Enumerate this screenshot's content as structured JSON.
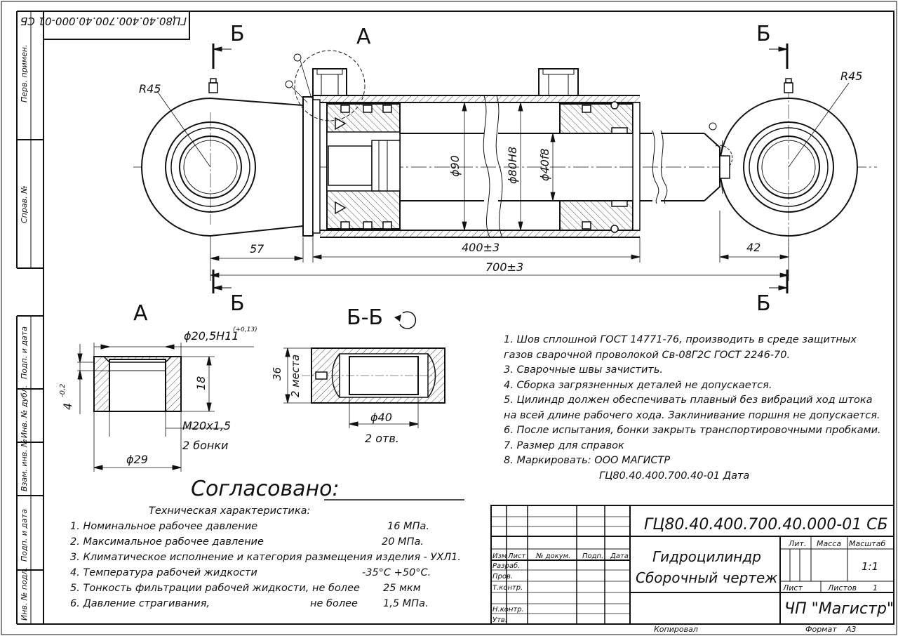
{
  "frame": {
    "stamp_code": "ГЦ80.40.400.700.40.000-01 СБ",
    "side_labels": [
      "Перв. примен.",
      "Справ. №",
      "Подп. и дата",
      "Инв. № дубл.",
      "Взам. инв. №",
      "Подп. и дата",
      "Инв. № подл."
    ]
  },
  "views": {
    "section_mark": "Б",
    "detail_mark": "A",
    "detail_title": "A",
    "section_title": "Б-Б"
  },
  "dimensions": {
    "r_left": "R45",
    "r_right": "R45",
    "d90": "ϕ90",
    "d80": "ϕ80H8",
    "d40": "ϕ40f8",
    "l57": "57",
    "l400": "400±3",
    "l42": "42",
    "l700": "700±3",
    "port_dia": "ϕ20,5H11",
    "port_tol": "(+0,13)",
    "port_18": "18",
    "port_4": "4",
    "port_4_tol": "-0,2",
    "port_thread": "M20x1,5",
    "port_count": "2 бонки",
    "port_29": "ϕ29",
    "sec_36": "36",
    "sec_places": "2 места",
    "sec_40": "ϕ40",
    "sec_holes": "2 отв."
  },
  "agreed": "Согласовано:",
  "notes": [
    "1. Шов сплошной  ГОСТ 14771-76, производить в среде защитных",
    "газов сварочной  проволокой Св-08Г2С   ГОСТ 2246-70.",
    "3. Сварочные швы зачистить.",
    "4. Сборка загрязненных деталей не допускается.",
    "5. Цилиндр должен обеспечивать плавный без вибраций ход штока",
    "на всей длине рабочего хода. Заклинивание поршня не допускается.",
    "6. После испытания, бонки закрыть транспортировочными пробками.",
    "7. Размер для справок",
    "8. Маркировать: ООО МАГИСТР",
    "ГЦ80.40.400.700.40-01  Дата"
  ],
  "tech": {
    "title": "Техническая характеристика:",
    "rows": [
      {
        "label": "1. Номинальное рабочее давление",
        "value": "16 МПа."
      },
      {
        "label": "2. Максимальное рабочее давление",
        "value": "20 МПа."
      },
      {
        "label": "3. Климатическое исполнение и категория размещения изделия - УХЛ1.",
        "value": ""
      },
      {
        "label": "4. Температура рабочей жидкости",
        "value": "-35°С +50°С."
      },
      {
        "label": "5. Тонкость фильтрации рабочей жидкости, не более",
        "value": "25 мкм"
      },
      {
        "label": "6. Давление страгивания,",
        "value": "не более",
        "value2": "1,5 МПа."
      }
    ]
  },
  "title_block": {
    "code": "ГЦ80.40.400.700.40.000-01 СБ",
    "name_line1": "Гидроцилиндр",
    "name_line2": "Сборочный чертеж",
    "col_izm": "Изм",
    "col_list": "Лист",
    "col_doc": "№ докум.",
    "col_podp": "Подп.",
    "col_data": "Дата",
    "razrab": "Разраб.",
    "prov": "Пров.",
    "tkontr": "Т.контр.",
    "nkontr": "Н.контр.",
    "utv": "Утв.",
    "lit": "Лит.",
    "massa": "Масса",
    "masshtab": "Масштаб",
    "scale": "1:1",
    "list": "Лист",
    "listov": "Листов",
    "listov_val": "1",
    "org": "ЧП \"Магистр\""
  },
  "footer": {
    "copied": "Копировал",
    "format": "Формат",
    "format_val": "A3"
  }
}
